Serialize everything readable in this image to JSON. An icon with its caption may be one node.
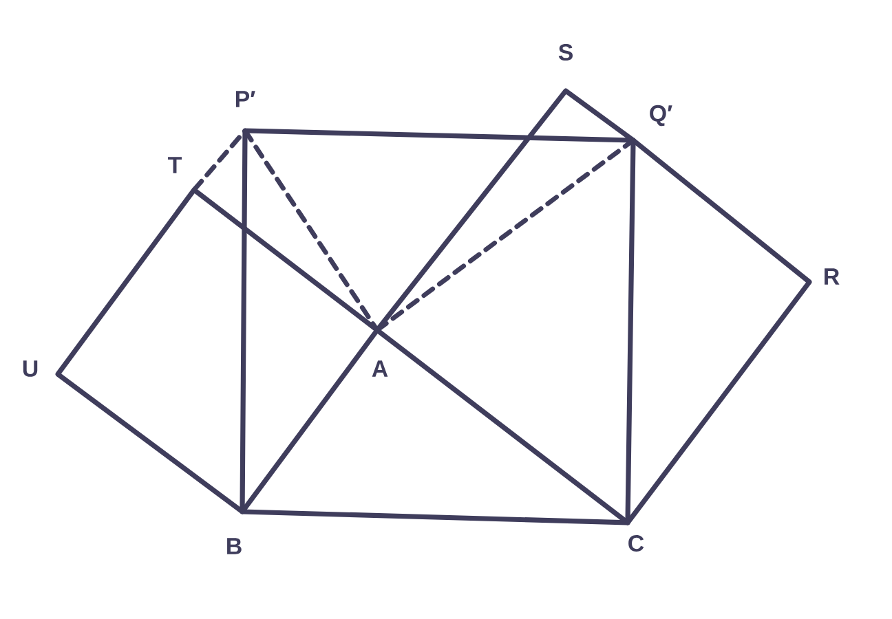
{
  "diagram": {
    "nodes": [
      {
        "text": [
          "S"
        ]
      },
      {
        "text": [
          "P′"
        ]
      },
      {
        "text": [
          "Q′"
        ]
      },
      {
        "text": [
          "T"
        ]
      },
      {
        "text": [
          "R"
        ]
      },
      {
        "text": [
          "U"
        ]
      },
      {
        "text": [
          "A"
        ]
      },
      {
        "text": [
          "B"
        ]
      },
      {
        "text": [
          "C"
        ]
      }
    ],
    "edges": [
      {
        "from": 1,
        "to": 2,
        "arrow": "none"
      },
      {
        "from": 1,
        "to": 7,
        "arrow": "none"
      },
      {
        "from": 2,
        "to": 8,
        "arrow": "none"
      },
      {
        "from": 7,
        "to": 8,
        "arrow": "none"
      },
      {
        "from": 3,
        "to": 6,
        "arrow": "none"
      },
      {
        "from": 6,
        "to": 8,
        "arrow": "none"
      },
      {
        "from": 7,
        "to": 6,
        "arrow": "none"
      },
      {
        "from": 6,
        "to": 0,
        "arrow": "none"
      },
      {
        "from": 0,
        "to": 2,
        "arrow": "none"
      },
      {
        "from": 2,
        "to": 4,
        "arrow": "none"
      },
      {
        "from": 4,
        "to": 8,
        "arrow": "none"
      },
      {
        "from": 5,
        "to": 3,
        "arrow": "none"
      },
      {
        "from": 5,
        "to": 7,
        "arrow": "none"
      },
      {
        "from": 3,
        "to": 1,
        "arrow": "none",
        "style": "dashed"
      },
      {
        "from": 1,
        "to": 6,
        "arrow": "none",
        "style": "dashed"
      },
      {
        "from": 6,
        "to": 2,
        "arrow": "none",
        "style": "dashed"
      }
    ]
  }
}
